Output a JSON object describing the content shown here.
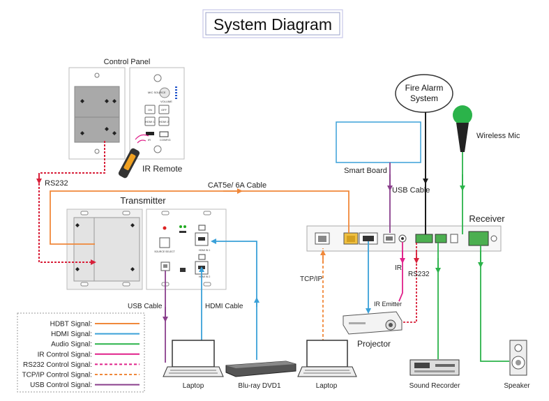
{
  "title": "System Diagram",
  "devices": {
    "control_panel": "Control Panel",
    "ir_remote": "IR Remote",
    "transmitter": "Transmitter",
    "receiver": "Receiver",
    "smart_board": "Smart Board",
    "fire_alarm_line1": "Fire Alarm",
    "fire_alarm_line2": "System",
    "wireless_mic": "Wireless Mic",
    "projector": "Projector",
    "ir_emitter": "IR Emitter",
    "laptop_left": "Laptop",
    "bluray": "Blu-ray DVD1",
    "laptop_right": "Laptop",
    "sound_recorder": "Sound Recorder",
    "speaker": "Speaker"
  },
  "cable_labels": {
    "rs232_left": "RS232",
    "cat5e": "CAT5e/ 6A Cable",
    "usb_cable_top": "USB Cable",
    "ir": "IR",
    "rs232_right": "RS232",
    "tcpip": "TCP/IP",
    "usb_cable_bottom": "USB Cable",
    "hdmi_cable": "HDMI Cable"
  },
  "panel_labels": {
    "mic_source": "MIC SOURCE",
    "volume": "VOLUME",
    "on": "ON",
    "off": "OFF",
    "hdmi1": "HDMI 1",
    "hdmi2": "HDMI 2",
    "ir": "IR",
    "config": "CONFIG",
    "source_select": "SOURCE SELECT",
    "hdmi_in1": "HDMI IN 1",
    "hdmi_in2": "HDMI IN 2"
  },
  "legend": [
    {
      "label": "HDBT Signal:",
      "color": "#f0883a",
      "style": "solid"
    },
    {
      "label": "HDMI Signal:",
      "color": "#3aa0d8",
      "style": "solid"
    },
    {
      "label": "Audio Signal:",
      "color": "#2bb34a",
      "style": "solid"
    },
    {
      "label": "IR  Control Signal:",
      "color": "#e0208a",
      "style": "solid"
    },
    {
      "label": "RS232  Control Signal:",
      "color": "#e0208a",
      "style": "dashed"
    },
    {
      "label": "TCP/IP Control Signal:",
      "color": "#f0883a",
      "style": "dashed"
    },
    {
      "label": "USB Control Signal:",
      "color": "#8a3f8c",
      "style": "solid"
    }
  ],
  "colors": {
    "hdbt": "#f0883a",
    "hdmi": "#3aa0d8",
    "audio": "#2bb34a",
    "ir": "#e0208a",
    "rs232": "#d8203a",
    "usb": "#8a3f8c",
    "black": "#1a1a1a"
  }
}
